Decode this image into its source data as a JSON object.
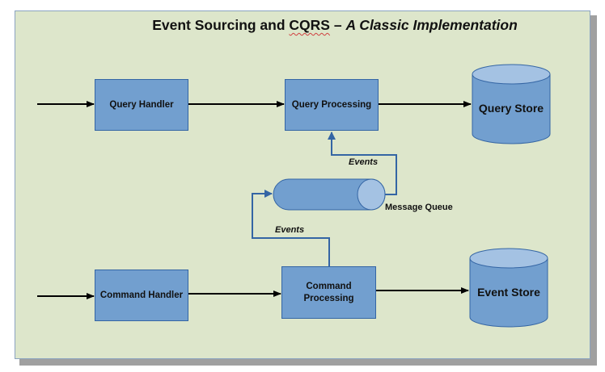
{
  "title": {
    "part1": "Event Sourcing and ",
    "cqrs": "CQRS",
    "dash": " – ",
    "part2": "A Classic Implementation"
  },
  "nodes": {
    "query_handler": "Query Handler",
    "query_processing": "Query Processing",
    "query_store": "Query Store",
    "message_queue": "Message Queue",
    "command_handler": "Command Handler",
    "command_processing_line1": "Command",
    "command_processing_line2": "Processing",
    "event_store": "Event Store"
  },
  "edges": {
    "events_to_query": "Events",
    "events_from_command": "Events"
  },
  "colors": {
    "background": "#dde6cb",
    "box_fill": "#729fcf",
    "box_border": "#3465a4",
    "cylinder_top": "#a4c2e3",
    "arrow_black": "#000000",
    "arrow_blue": "#3465a4"
  }
}
